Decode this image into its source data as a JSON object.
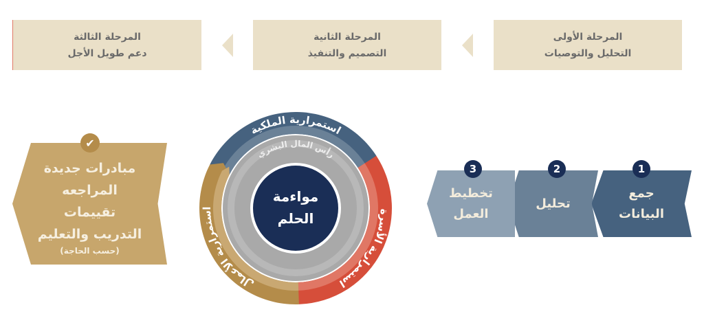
{
  "phases": [
    {
      "title": "المرحلة الأولى",
      "subtitle": "التحليل والتوصيات"
    },
    {
      "title": "المرحلة الثانية",
      "subtitle": "التصميم والتنفيذ"
    },
    {
      "title": "المرحلة الثالثة",
      "subtitle": "دعم طويل الأجل"
    }
  ],
  "steps": [
    {
      "number": "1",
      "label": "جمع البيانات",
      "color": "#46627f"
    },
    {
      "number": "2",
      "label": "تحليل",
      "color": "#6a8197"
    },
    {
      "number": "3",
      "label": "تخطيط العمل",
      "color": "#8ea1b3"
    }
  ],
  "circle": {
    "center_line1": "مواءمة",
    "center_line2": "الحلم",
    "inner_ring": "رأس المال البشري",
    "segments": [
      {
        "label": "استمرارية الملكية",
        "color": "#46627f",
        "light": "#6a8197"
      },
      {
        "label": "استمرارية الأسرة",
        "color": "#d64e3a",
        "light": "#e07765"
      },
      {
        "label": "استمرارية الأعمال",
        "color": "#b48c4a",
        "light": "#c9a872"
      }
    ]
  },
  "outcome": {
    "icon": "check-icon",
    "lines": [
      "مبادرات جديدة",
      "المراجعه",
      "تقييمات",
      "التدريب والتعليم"
    ],
    "note": "(حسب الحاجة)"
  }
}
